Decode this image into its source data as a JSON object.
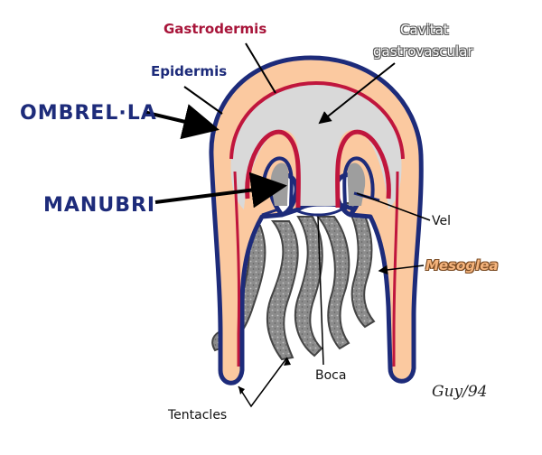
{
  "labels": {
    "gastrodermis": "Gastrodermis",
    "epidermis": "Epidermis",
    "cavitat_line1": "Cavitat",
    "cavitat_line2": "gastrovascular",
    "ombrella": "OMBREL·LA",
    "manubri": "MANUBRI",
    "vel": "Vel",
    "mesoglea": "Mesoglea",
    "boca": "Boca",
    "tentacles": "Tentacles"
  },
  "signature": "Guy/94",
  "colors": {
    "epidermis": "#1d2b7a",
    "gastrodermis": "#c0163d",
    "mesoglea": "#fbc9a0",
    "cavity": "#d9d9d9",
    "tentacle": "#8c8c8c"
  }
}
